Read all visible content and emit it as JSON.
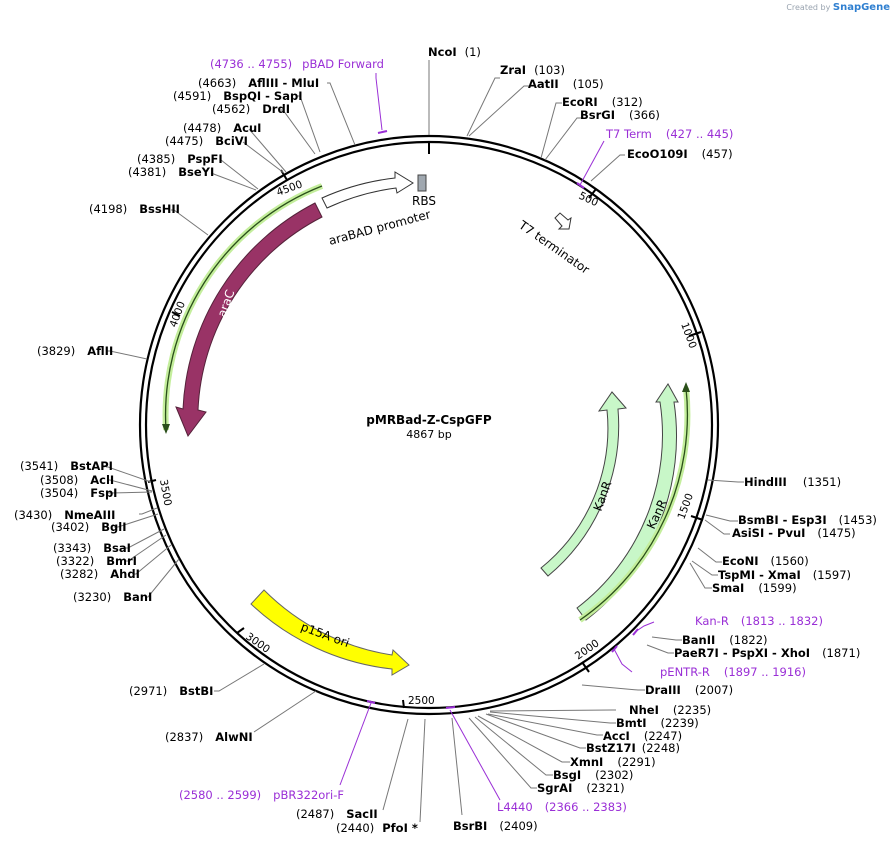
{
  "branding": {
    "created_by": "Created by",
    "app": "SnapGene"
  },
  "plasmid": {
    "name": "pMRBad-Z-CspGFP",
    "length_label": "4867 bp",
    "length": 4867
  },
  "ticks": [
    "4500",
    "500",
    "1000",
    "1500",
    "2000",
    "2500",
    "3000",
    "3500",
    "4000"
  ],
  "enzymes": [
    {
      "name": "NcoI",
      "pos": "(1)"
    },
    {
      "name": "ZraI",
      "pos": "(103)"
    },
    {
      "name": "AatII",
      "pos": "(105)"
    },
    {
      "name": "EcoRI",
      "pos": "(312)"
    },
    {
      "name": "BsrGI",
      "pos": "(366)"
    },
    {
      "name": "EcoO109I",
      "pos": "(457)"
    },
    {
      "name": "HindIII",
      "pos": "(1351)"
    },
    {
      "name": "BsmBI - Esp3I",
      "pos": "(1453)"
    },
    {
      "name": "AsiSI - PvuI",
      "pos": "(1475)"
    },
    {
      "name": "EcoNI",
      "pos": "(1560)"
    },
    {
      "name": "TspMI - XmaI",
      "pos": "(1597)"
    },
    {
      "name": "SmaI",
      "pos": "(1599)"
    },
    {
      "name": "BanII",
      "pos": "(1822)"
    },
    {
      "name": "PaeR7I - PspXI - XhoI",
      "pos": "(1871)"
    },
    {
      "name": "DraIII",
      "pos": "(2007)"
    },
    {
      "name": "NheI",
      "pos": "(2235)"
    },
    {
      "name": "BmtI",
      "pos": "(2239)"
    },
    {
      "name": "AccI",
      "pos": "(2247)"
    },
    {
      "name": "BstZ17I",
      "pos": "(2248)"
    },
    {
      "name": "XmnI",
      "pos": "(2291)"
    },
    {
      "name": "BsgI",
      "pos": "(2302)"
    },
    {
      "name": "SgrAI",
      "pos": "(2321)"
    },
    {
      "name": "BsrBI",
      "pos": "(2409)"
    },
    {
      "name": "PfoI *",
      "pos": "(2440)"
    },
    {
      "name": "SacII",
      "pos": "(2487)"
    },
    {
      "name": "AlwNI",
      "pos": "(2837)"
    },
    {
      "name": "BstBI",
      "pos": "(2971)"
    },
    {
      "name": "BanI",
      "pos": "(3230)"
    },
    {
      "name": "AhdI",
      "pos": "(3282)"
    },
    {
      "name": "BmrI",
      "pos": "(3322)"
    },
    {
      "name": "BsaI",
      "pos": "(3343)"
    },
    {
      "name": "BglI",
      "pos": "(3402)"
    },
    {
      "name": "NmeAIII",
      "pos": "(3430)"
    },
    {
      "name": "FspI",
      "pos": "(3504)"
    },
    {
      "name": "AclI",
      "pos": "(3508)"
    },
    {
      "name": "BstAPI",
      "pos": "(3541)"
    },
    {
      "name": "AflII",
      "pos": "(3829)"
    },
    {
      "name": "BssHII",
      "pos": "(4198)"
    },
    {
      "name": "BseYI",
      "pos": "(4381)"
    },
    {
      "name": "PspFI",
      "pos": "(4385)"
    },
    {
      "name": "BciVI",
      "pos": "(4475)"
    },
    {
      "name": "AcuI",
      "pos": "(4478)"
    },
    {
      "name": "DrdI",
      "pos": "(4562)"
    },
    {
      "name": "BspQI - SapI",
      "pos": "(4591)"
    },
    {
      "name": "AflIII - MluI",
      "pos": "(4663)"
    }
  ],
  "primers": [
    {
      "name": "pBAD Forward",
      "pos": "(4736 .. 4755)"
    },
    {
      "name": "T7 Term",
      "pos": "(427 .. 445)"
    },
    {
      "name": "Kan-R",
      "pos": "(1813 .. 1832)"
    },
    {
      "name": "pENTR-R",
      "pos": "(1897 .. 1916)"
    },
    {
      "name": "L4440",
      "pos": "(2366 .. 2383)"
    },
    {
      "name": "pBR322ori-F",
      "pos": "(2580 .. 2599)"
    }
  ],
  "features": [
    {
      "name": "araC",
      "color": "#993366"
    },
    {
      "name": "araBAD promoter",
      "color": "#ffffff"
    },
    {
      "name": "RBS",
      "color": "#a0a8b0"
    },
    {
      "name": "T7 terminator",
      "color": "#ffffff"
    },
    {
      "name": "KanR",
      "color": "#c8f7c8"
    },
    {
      "name": "KanR",
      "color": "#c8f7c8"
    },
    {
      "name": "p15A ori",
      "color": "#ffff00"
    }
  ]
}
